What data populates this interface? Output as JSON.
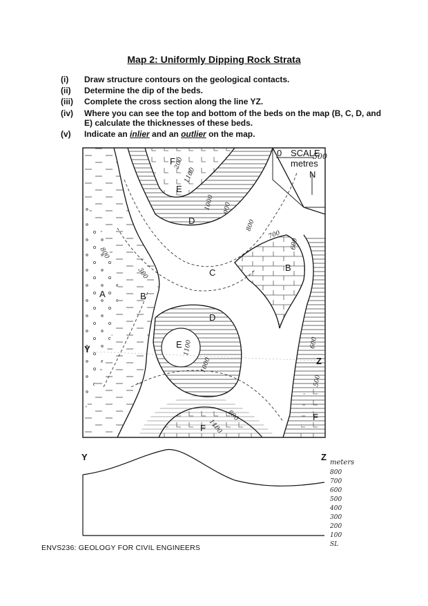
{
  "page": {
    "title": "Map 2: Uniformly Dipping Rock Strata",
    "footer": "ENVS236: GEOLOGY FOR CIVIL ENGINEERS"
  },
  "tasks": [
    {
      "num": "(i)",
      "text": "Draw structure contours on the geological contacts."
    },
    {
      "num": "(ii)",
      "text": "Determine the dip of the beds."
    },
    {
      "num": "(iii)",
      "text": "Complete the cross section along the line YZ."
    },
    {
      "num": "(iv)",
      "text": "Where you can see the top and bottom of the beds on the map (B, C, D, and E) calculate the thicknesses of these beds."
    },
    {
      "num": "(v)",
      "pre": "Indicate an ",
      "inlier": "inlier",
      "mid": " and an ",
      "outlier": "outlier",
      "post": " on the map."
    }
  ],
  "map": {
    "scale_zero": "0",
    "scale_label": "SCALE",
    "scale_unit": "metres",
    "scale_value": "500",
    "north_label": "N",
    "unit_labels": {
      "A": "A",
      "B1": "B",
      "B2": "B",
      "C": "C",
      "D1": "D",
      "D2": "D",
      "E1": "E",
      "E2": "E",
      "F1": "F",
      "F2": "F",
      "F3": "F",
      "Y": "Y",
      "Z": "Z"
    },
    "contour_labels": {
      "c200": "200",
      "c1100a": "1100",
      "c1000a": "1000",
      "c900": "900",
      "c800a": "800",
      "c700": "700",
      "c600a": "600",
      "c800b": "800",
      "c300": "300",
      "c1100b": "1100",
      "c1000b": "1000",
      "c800c": "800",
      "c1100c": "1100",
      "c600b": "600",
      "c500": "500"
    }
  },
  "cross_section": {
    "left_label": "Y",
    "right_label": "Z",
    "unit": "meters",
    "elevations": [
      "800",
      "700",
      "600",
      "500",
      "400",
      "300",
      "200",
      "100",
      "SL"
    ]
  }
}
